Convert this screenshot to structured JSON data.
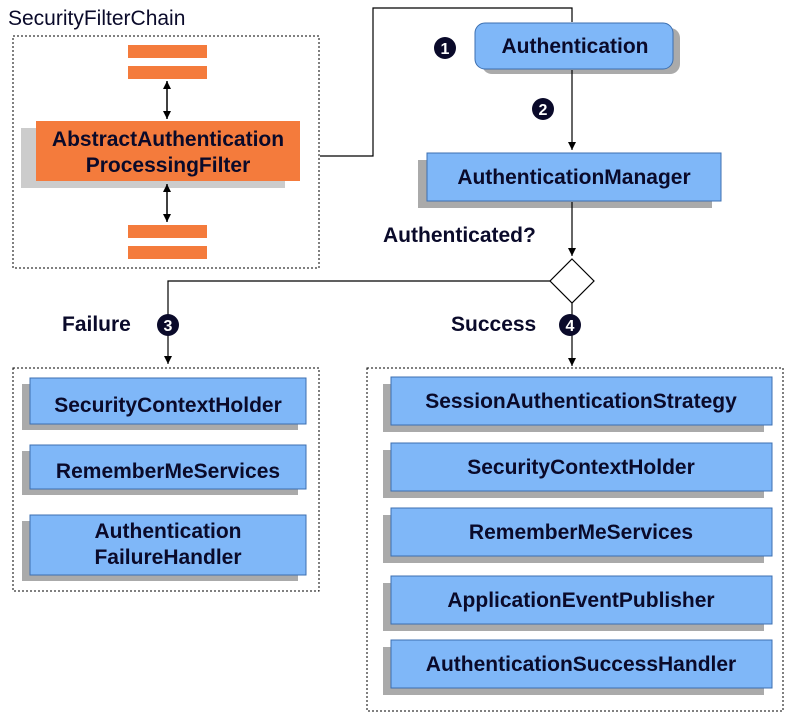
{
  "title": "SecurityFilterChain",
  "filter": {
    "line1": "AbstractAuthentication",
    "line2": "ProcessingFilter"
  },
  "authentication": "Authentication",
  "manager": "AuthenticationManager",
  "question": "Authenticated?",
  "failure_label": "Failure",
  "success_label": "Success",
  "steps": [
    "1",
    "2",
    "3",
    "4"
  ],
  "failure_items": [
    {
      "line1": "SecurityContextHolder",
      "line2": ""
    },
    {
      "line1": "RememberMeServices",
      "line2": ""
    },
    {
      "line1": "Authentication",
      "line2": "FailureHandler"
    }
  ],
  "success_items": [
    "SessionAuthenticationStrategy",
    "SecurityContextHolder",
    "RememberMeServices",
    "ApplicationEventPublisher",
    "AuthenticationSuccessHandler"
  ],
  "colors": {
    "blue": "#7fb7f8",
    "orange": "#f47b3c",
    "shadow": "#bbbbbb",
    "text": "#0a0a2a"
  }
}
